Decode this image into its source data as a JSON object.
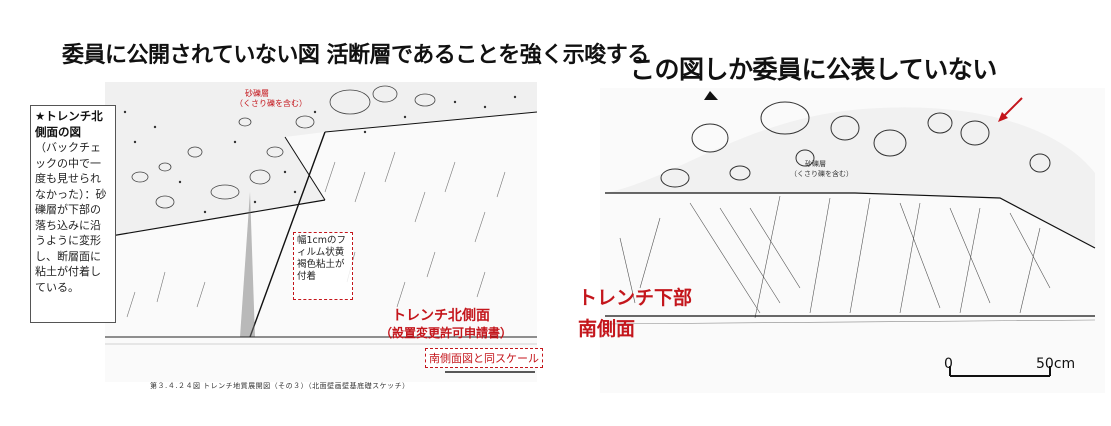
{
  "left": {
    "title": "委員に公開されていない図 活断層であることを強く示唆する",
    "note": {
      "heading": "★トレンチ北側面の図",
      "body": "（バックチェックの中で一度も見せられなかった）：砂礫層が下部の落ち込みに沿うように変形し、断層面に粘土が付着している。"
    },
    "label_north": "トレンチ北側面",
    "label_north_sub": "（設置変更許可申請書）",
    "scale_note": "南側面図と同スケール",
    "gravel_label": "砂礫層",
    "gravel_sub": "（くさり礫を含む）",
    "film_note": "幅1cmのフィルム状黄褐色粘土が付着",
    "caption": "第３.４.２４図 トレンチ地質展開図（その３）（北面壁画壁基底礎スケッチ）"
  },
  "right": {
    "title": "この図しか委員に公表していない",
    "label_south_1": "トレンチ下部",
    "label_south_2": "南側面",
    "gravel_label": "砂礫層",
    "gravel_sub": "（くさり礫を含む）",
    "scale_zero": "0",
    "scale_fifty": "50cm"
  },
  "colors": {
    "annotation_red": "#c4161c",
    "text": "#111111"
  }
}
